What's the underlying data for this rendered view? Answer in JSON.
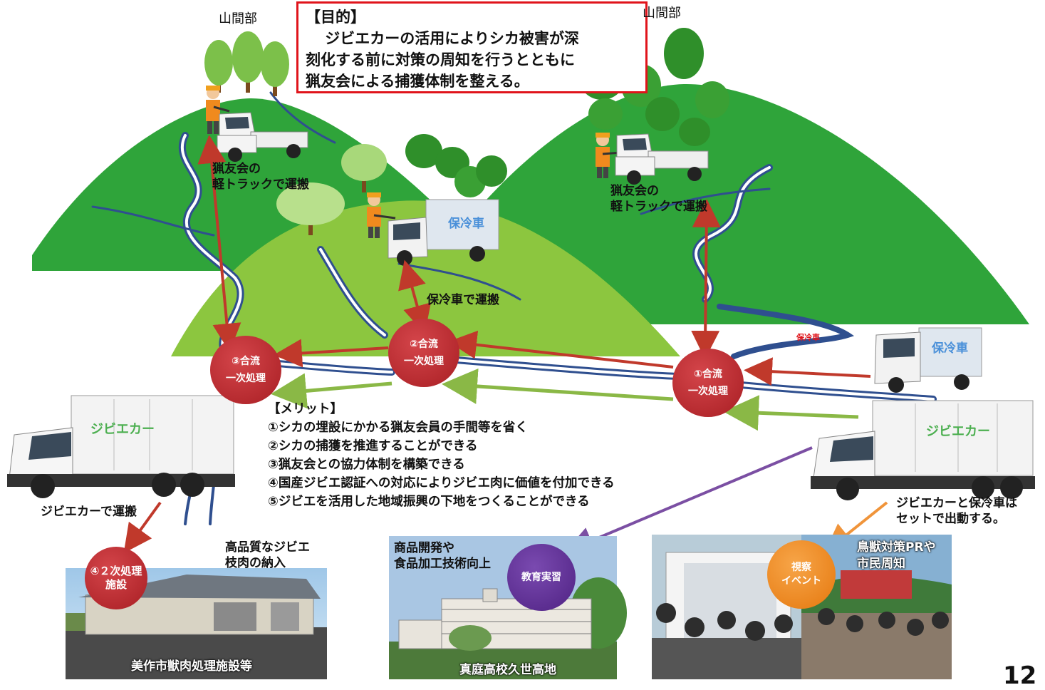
{
  "purpose": {
    "title": "【目的】",
    "line1": "ジビエカーの活用によりシカ被害が深",
    "line2": "刻化する前に対策の周知を行うとともに",
    "line3": "猟友会による捕獲体制を整える。"
  },
  "mountain_labels": {
    "left": "山間部",
    "right": "山間部"
  },
  "transport_labels": {
    "left_truck": "猟友会の\n軽トラックで運搬",
    "left_truck_line1": "猟友会の",
    "left_truck_line2": "軽トラックで運搬",
    "right_truck_line1": "猟友会の",
    "right_truck_line2": "軽トラックで運搬",
    "cool_vehicle": "保冷車で運搬",
    "small_cool": "保冷車",
    "gibier_transport": "ジビエカーで運搬",
    "set_note_line1": "ジビエカーと保冷車は",
    "set_note_line2": "セットで出動する。"
  },
  "vehicles": {
    "cool_truck_sign": "保冷車",
    "cool_truck_right_sign": "保冷車",
    "gibier_left_sign": "ジビエカー",
    "gibier_right_sign": "ジビエカー"
  },
  "nodes": {
    "n1_top": "①合流",
    "n1_bottom": "一次処理",
    "n2_top": "②合流",
    "n2_bottom": "一次処理",
    "n3_top": "③合流",
    "n3_bottom": "一次処理",
    "n4_top": "④２次処理",
    "n4_bottom": "施設",
    "education": "教育実習",
    "event_top": "視察",
    "event_bottom": "イベント"
  },
  "merits": {
    "title": "【メリット】",
    "items": [
      "①シカの埋設にかかる猟友会員の手間等を省く",
      "②シカの捕獲を推進することができる",
      "③猟友会との協力体制を構築できる",
      "④国産ジビエ認証への対応によりジビエ肉に価値を付加できる",
      "⑤ジビエを活用した地域振興の下地をつくることができる"
    ]
  },
  "photos": {
    "facility_caption": "美作市獣肉処理施設等",
    "facility_note_line1": "高品質なジビエ",
    "facility_note_line2": "枝肉の納入",
    "school_caption": "真庭高校久世高地",
    "school_note_line1": "商品開発や",
    "school_note_line2": "食品加工技術向上",
    "event_note_line1": "鳥獣対策PRや",
    "event_note_line2": "市民周知"
  },
  "page_number": "12",
  "colors": {
    "mountain_dark": "#2fa43a",
    "mountain_light": "#8cc63f",
    "river": "#2f4f8f",
    "red_arrow": "#c0392b",
    "green_arrow": "#8ab846",
    "purple_arrow": "#7b4fa3",
    "orange_arrow": "#f0943a",
    "node_red": "#b0262c",
    "node_purple": "#5a2a8a",
    "node_orange": "#f08a1e"
  }
}
